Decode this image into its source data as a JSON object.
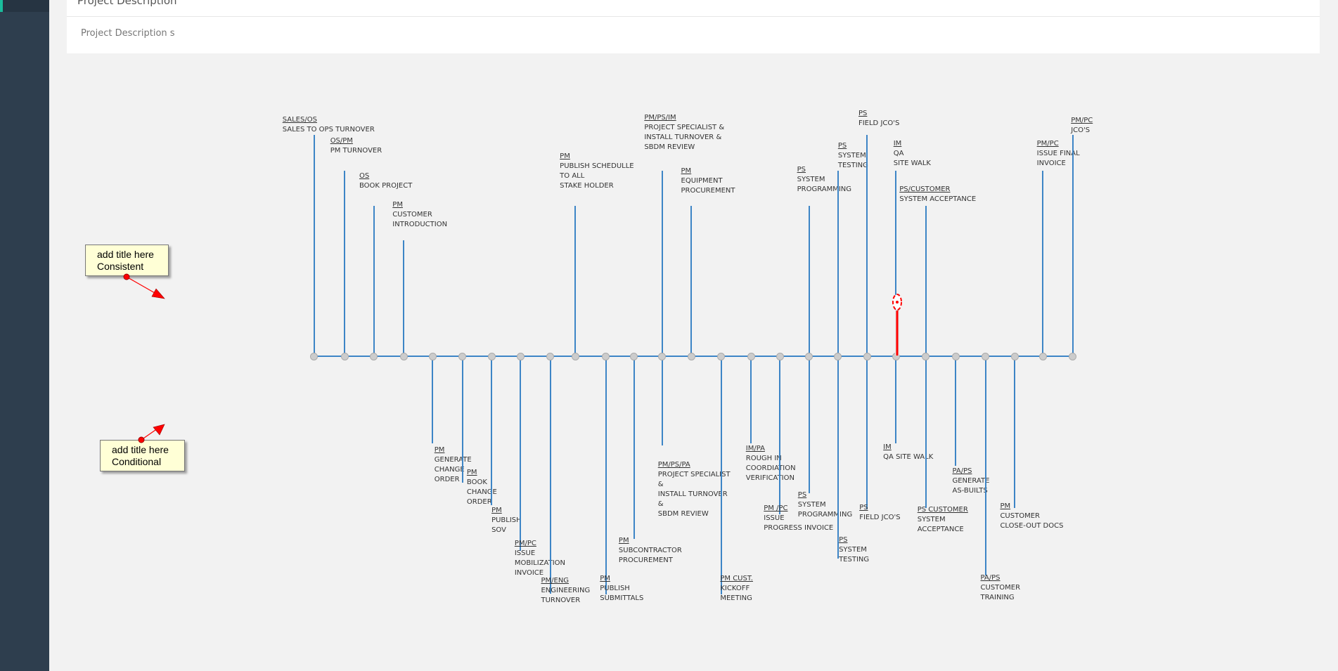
{
  "panel": {
    "heading": "Project Description",
    "description": "Project Description s"
  },
  "callouts": [
    {
      "line1": "add title here",
      "line2": "Consistent"
    },
    {
      "line1": "add title here",
      "line2": "Conditional"
    }
  ],
  "colors": {
    "axis": "#3d85c6",
    "marker": "#ff0000",
    "callout_bg": "#ffffd6",
    "sidebar": "#2e3e4e",
    "accent": "#1abc9c"
  },
  "events": {
    "top": [
      {
        "role": "SALES/OS",
        "lines": [
          "SALES TO OPS TURNOVER"
        ]
      },
      {
        "role": "OS/PM",
        "lines": [
          "PM TURNOVER"
        ]
      },
      {
        "role": "OS",
        "lines": [
          "BOOK PROJECT"
        ]
      },
      {
        "role": "PM",
        "lines": [
          "CUSTOMER",
          "INTRODUCTION"
        ]
      },
      {
        "role": "PM",
        "lines": [
          "PUBLISH SCHEDULLE",
          "TO ALL",
          "STAKE HOLDER"
        ]
      },
      {
        "role": "PM/PS/IM",
        "lines": [
          "PROJECT SPECIALIST &",
          "INSTALL TURNOVER &",
          "SBDM REVIEW"
        ]
      },
      {
        "role": "PM",
        "lines": [
          "EQUIPMENT",
          "PROCUREMENT"
        ]
      },
      {
        "role": "PS",
        "lines": [
          "SYSTEM",
          "PROGRAMMING"
        ]
      },
      {
        "role": "PS",
        "lines": [
          "SYSTEM",
          "TESTING"
        ]
      },
      {
        "role": "PS",
        "lines": [
          "FIELD JCO'S"
        ]
      },
      {
        "role": "IM",
        "lines": [
          "QA",
          "SITE WALK"
        ]
      },
      {
        "role": "PS/CUSTOMER",
        "lines": [
          "SYSTEM ACCEPTANCE"
        ]
      },
      {
        "role": "PM/PC",
        "lines": [
          "ISSUE FINAL",
          "INVOICE"
        ]
      },
      {
        "role": "PM/PC",
        "lines": [
          "JCO'S"
        ]
      }
    ],
    "bottom": [
      {
        "role": "PM",
        "lines": [
          "GENERATE",
          "CHANGE",
          "ORDER"
        ]
      },
      {
        "role": "PM",
        "lines": [
          "BOOK",
          "CHANGE",
          "ORDER"
        ]
      },
      {
        "role": "PM",
        "lines": [
          "PUBLISH",
          "SOV"
        ]
      },
      {
        "role": "PM/PC",
        "lines": [
          "ISSUE",
          "MOBILIZATION",
          "INVOICE"
        ]
      },
      {
        "role": "PM/ENG",
        "lines": [
          "ENGINEERING",
          "TURNOVER"
        ]
      },
      {
        "role": "PM",
        "lines": [
          "PUBLISH",
          "SUBMITTALS"
        ]
      },
      {
        "role": "PM",
        "lines": [
          "SUBCONTRACTOR",
          "PROCUREMENT"
        ]
      },
      {
        "role": "PM/PS/PA",
        "lines": [
          "PROJECT SPECIALIST",
          "&",
          "INSTALL TURNOVER",
          "&",
          "SBDM REVIEW"
        ]
      },
      {
        "role": "PM CUST.",
        "lines": [
          "KICKOFF",
          "MEETING"
        ]
      },
      {
        "role": "IM/PA",
        "lines": [
          "ROUGH IN",
          "COORDIATION",
          "VERIFICATION"
        ]
      },
      {
        "role": "PM /PC",
        "lines": [
          "ISSUE",
          "PROGRESS INVOICE"
        ]
      },
      {
        "role": "PS",
        "lines": [
          "SYSTEM",
          "PROGRAMMING"
        ]
      },
      {
        "role": "PS",
        "lines": [
          "SYSTEM",
          "TESTING"
        ]
      },
      {
        "role": "PS",
        "lines": [
          "FIELD JCO'S"
        ]
      },
      {
        "role": "IM",
        "lines": [
          "QA SITE WALK"
        ]
      },
      {
        "role": "PS CUSTOMER",
        "lines": [
          "SYSTEM",
          "ACCEPTANCE"
        ]
      },
      {
        "role": "PA/PS",
        "lines": [
          "GENERATE",
          "AS-BUILTS"
        ]
      },
      {
        "role": "PA/PS",
        "lines": [
          "CUSTOMER",
          "TRAINING"
        ]
      },
      {
        "role": "PM",
        "lines": [
          "CUSTOMER",
          "CLOSE-OUT DOCS"
        ]
      }
    ]
  }
}
